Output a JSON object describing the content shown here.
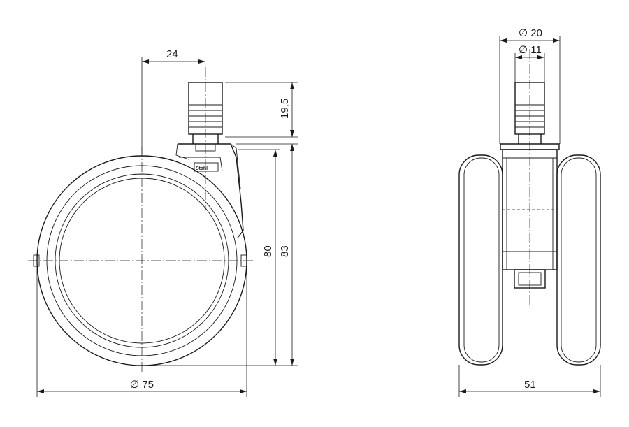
{
  "dimensions": {
    "offset_top": "24",
    "stem_height": "19,5",
    "wheel_diameter": "∅ 75",
    "height_to_plate": "80",
    "overall_height": "83",
    "outer_stem_diameter": "∅ 20",
    "inner_stem_diameter": "∅ 11",
    "overall_width": "51"
  },
  "brand_label": "Stahl"
}
